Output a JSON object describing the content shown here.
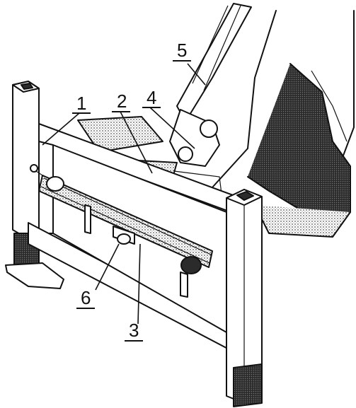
{
  "figure": {
    "kind": "technical line drawing",
    "callouts": [
      {
        "id": "1",
        "label": "1"
      },
      {
        "id": "2",
        "label": "2"
      },
      {
        "id": "3",
        "label": "3"
      },
      {
        "id": "4",
        "label": "4"
      },
      {
        "id": "5",
        "label": "5"
      },
      {
        "id": "6",
        "label": "6"
      }
    ]
  },
  "colors": {
    "ink": "#111111",
    "paper": "#ffffff",
    "shade": "#9a9a9a",
    "dark_shade": "#2b2b2b"
  }
}
